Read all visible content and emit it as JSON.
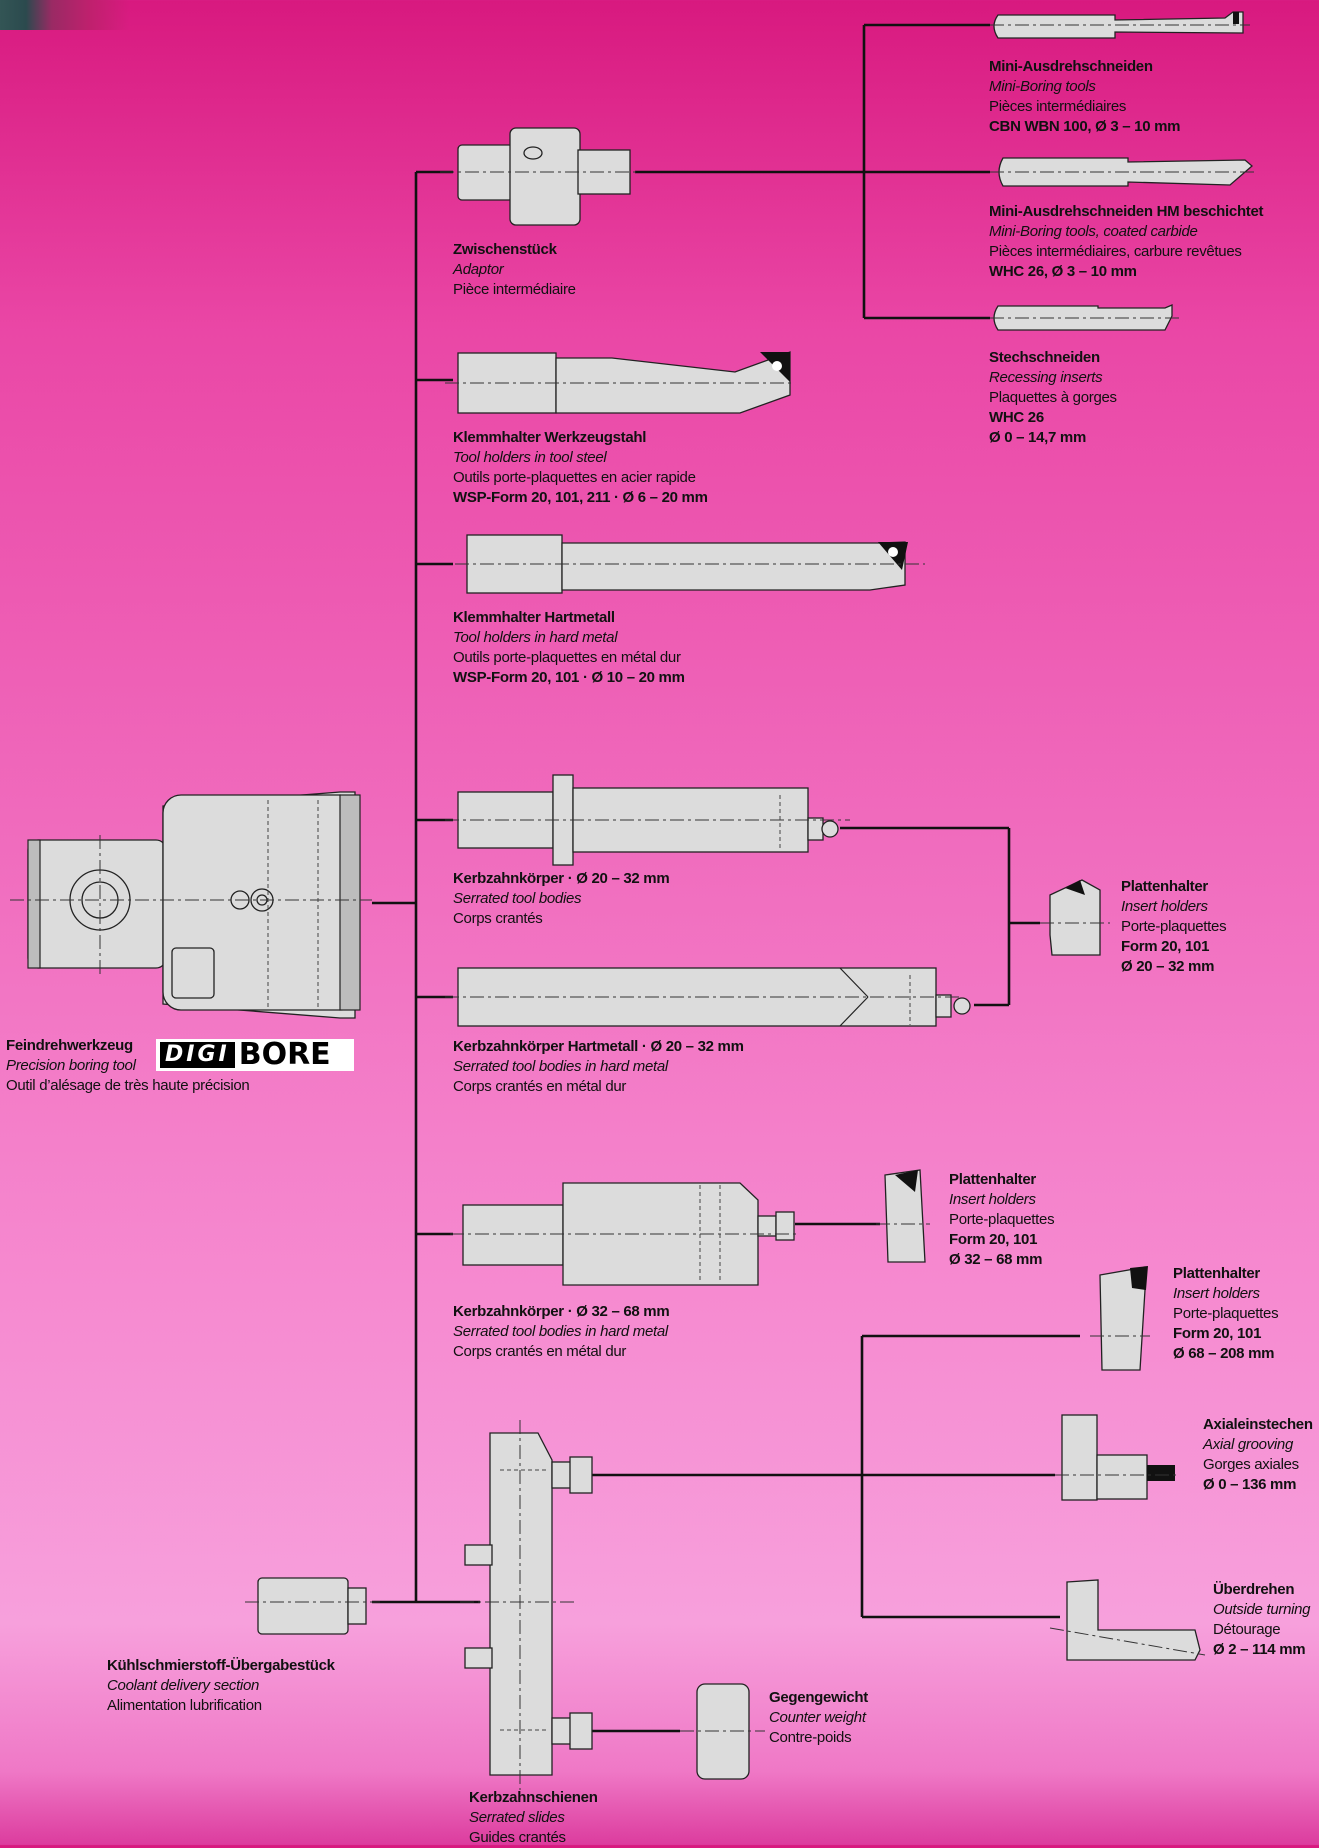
{
  "main_tool": {
    "de": "Feindrehwerkzeug",
    "en": "Precision boring tool",
    "fr": "Outil d’alésage de très haute précision",
    "logo_a": "DIGI",
    "logo_b": "BORE"
  },
  "items": [
    {
      "key": "adaptor",
      "de": "Zwischenstück",
      "en": "Adaptor",
      "fr": "Pièce intermédiaire",
      "spec": "",
      "spec2": ""
    },
    {
      "key": "tool-steel",
      "de": "Klemmhalter Werkzeugstahl",
      "en": "Tool holders in tool steel",
      "fr": "Outils porte-plaquettes en acier rapide",
      "spec": "WSP-Form 20, 101, 211 · Ø 6 – 20 mm",
      "spec2": ""
    },
    {
      "key": "hard-metal",
      "de": "Klemmhalter Hartmetall",
      "en": "Tool holders in hard metal",
      "fr": "Outils porte-plaquettes en métal dur",
      "spec": "WSP-Form 20, 101 · Ø 10 – 20 mm",
      "spec2": ""
    },
    {
      "key": "serrated-20",
      "de": "Kerbzahnkörper · Ø 20 – 32 mm",
      "en": "Serrated tool bodies",
      "fr": "Corps crantés",
      "spec": "",
      "spec2": ""
    },
    {
      "key": "serrated-hm-20",
      "de": "Kerbzahnkörper Hartmetall · Ø 20 – 32 mm",
      "en": "Serrated tool bodies in hard metal",
      "fr": "Corps crantés en métal dur",
      "spec": "",
      "spec2": ""
    },
    {
      "key": "serrated-32",
      "de": "Kerbzahnkörper · Ø 32 – 68 mm",
      "en": "Serrated tool bodies in hard metal",
      "fr": "Corps crantés en métal dur",
      "spec": "",
      "spec2": ""
    },
    {
      "key": "coolant",
      "de": "Kühlschmierstoff-Übergabestück",
      "en": "Coolant delivery section",
      "fr": "Alimentation lubrification",
      "spec": "",
      "spec2": ""
    },
    {
      "key": "slides",
      "de": "Kerbzahnschienen",
      "en": "Serrated slides",
      "fr": "Guides crantés",
      "spec": "",
      "spec2": ""
    },
    {
      "key": "mini-boring",
      "de": "Mini-Ausdrehschneiden",
      "en": "Mini-Boring tools",
      "fr": "Pièces intermédiaires",
      "spec": "CBN WBN 100, Ø 3 – 10 mm",
      "spec2": ""
    },
    {
      "key": "mini-boring-hm",
      "de": "Mini-Ausdrehschneiden HM beschichtet",
      "en": "Mini-Boring tools, coated carbide",
      "fr": "Pièces intermédiaires, carbure revêtues",
      "spec": "WHC 26, Ø 3 – 10 mm",
      "spec2": ""
    },
    {
      "key": "recessing",
      "de": "Stechschneiden",
      "en": "Recessing inserts",
      "fr": "Plaquettes à gorges",
      "spec": "WHC 26",
      "spec2": "Ø 0 – 14,7 mm"
    },
    {
      "key": "insert-20",
      "de": "Plattenhalter",
      "en": "Insert holders",
      "fr": "Porte-plaquettes",
      "spec": "Form 20, 101",
      "spec2": "Ø 20 – 32 mm"
    },
    {
      "key": "insert-32",
      "de": "Plattenhalter",
      "en": "Insert holders",
      "fr": "Porte-plaquettes",
      "spec": "Form 20, 101",
      "spec2": "Ø 32 – 68 mm"
    },
    {
      "key": "insert-68",
      "de": "Plattenhalter",
      "en": "Insert holders",
      "fr": "Porte-plaquettes",
      "spec": "Form 20, 101",
      "spec2": "Ø 68 – 208 mm"
    },
    {
      "key": "axial",
      "de": "Axialeinstechen",
      "en": "Axial grooving",
      "fr": "Gorges axiales",
      "spec": "Ø 0 – 136 mm",
      "spec2": ""
    },
    {
      "key": "outside",
      "de": "Überdrehen",
      "en": "Outside turning",
      "fr": "Détourage",
      "spec": "Ø 2 – 114 mm",
      "spec2": ""
    },
    {
      "key": "counter",
      "de": "Gegengewicht",
      "en": "Counter weight",
      "fr": "Contre-poids",
      "spec": "",
      "spec2": ""
    }
  ]
}
